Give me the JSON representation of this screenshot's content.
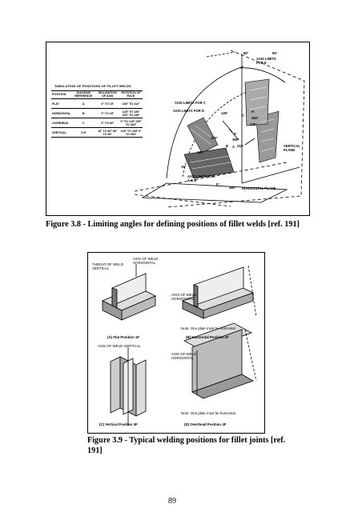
{
  "figure_3_8": {
    "table": {
      "title": "TABULATION OF POSITIONS OF FILLET WELDS",
      "headers": [
        "POSITION",
        "DIAGRAM REFERENCE",
        "INCLINATION OF AXIS",
        "ROTATION OF FACE"
      ],
      "rows": [
        {
          "position": "FLAT",
          "ref": "A",
          "inclination": "0° TO 15°",
          "rotation": "150° TO 210°"
        },
        {
          "position": "HORIZONTAL",
          "ref": "B",
          "inclination": "0° TO 15°",
          "rotation": "125° TO 150° 210° TO 235°"
        },
        {
          "position": "OVERHEAD",
          "ref": "C",
          "inclination": "0° TO 80°",
          "rotation": "0° TO 125° 235° TO 360°"
        },
        {
          "position": "VERTICAL",
          "ref": "D E",
          "inclination": "15° TO 80° 80° TO 90°",
          "rotation": "125° TO 235° 0° TO 360°"
        }
      ]
    },
    "labels": {
      "axis_limits_c": "AXIS LIMITS FOR C",
      "axis_limits_d": "AXIS LIMITS FOR D",
      "axis_limits_e": "AXIS LIMITS FOR E",
      "axis_limits_ab": "AXIS LIMITS FOR A & B",
      "vertical_plane": "VERTICAL PLANE",
      "horizontal_plane": "HORIZONTAL PLANE",
      "a80": "80°",
      "a90": "90°",
      "a125a": "125°",
      "a125b": "125°",
      "a150": "150°",
      "a0a": "0°",
      "a0b": "0°",
      "a0c": "0°",
      "a360a": "360°",
      "a360b": "360°",
      "a360c": "360°",
      "a235": "235°",
      "a210": "210°",
      "a15": "15°",
      "letter_c": "C",
      "letter_b": "B",
      "letter_a": "A"
    },
    "caption": "Figure 3.8 - Limiting angles for defining positions of fillet welds [ref. 191]"
  },
  "figure_3_9": {
    "labels": {
      "axis_weld_horizontal_top": "AXIS OF WELD HORIZONTAL",
      "throat_vertical": "THROAT OF WELD VERTICAL",
      "axis_weld_horizontal_b": "AXIS OF WELD HORIZONTAL",
      "note_b": "Note:  One plate must be horizontal",
      "panel_a": "(A)  Flat Position 1F",
      "panel_b": "(B)  Horizontal Position 2F",
      "axis_weld_vertical": "AXIS OF WELD VERTICAL",
      "axis_weld_horizontal_d": "AXIS OF WELD HORIZONTAL",
      "note_d": "Note:  One plate must be horizontal",
      "panel_c": "(C)  Vertical Position 3F",
      "panel_d": "(D)  Overhead Position 4F"
    },
    "caption": "Figure 3.9 - Typical welding positions for fillet joints [ref. 191]"
  },
  "page_number": "89"
}
